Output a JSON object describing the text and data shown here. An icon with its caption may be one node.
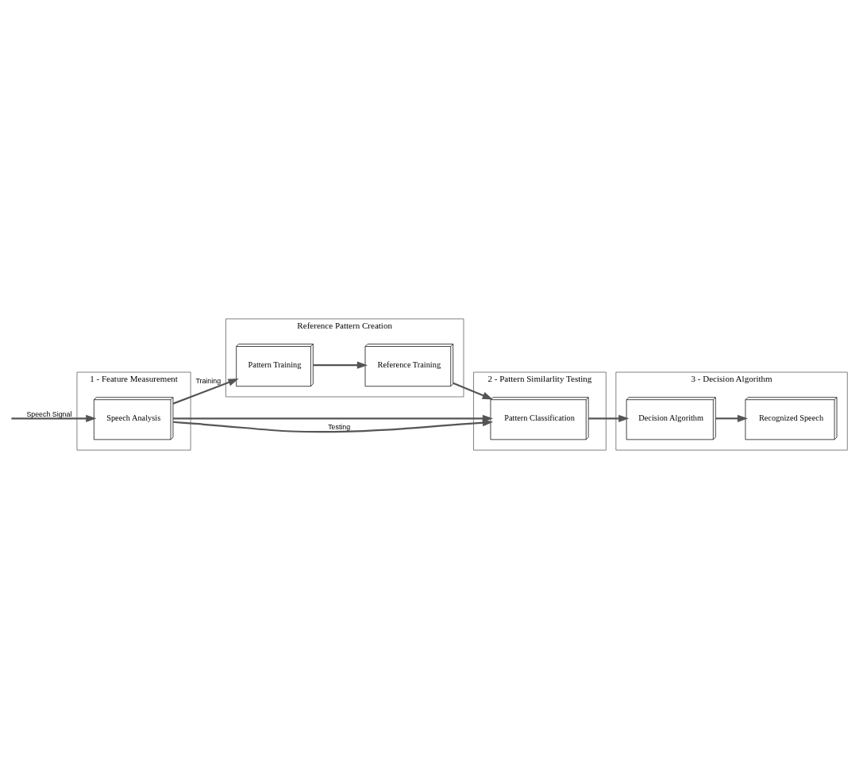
{
  "diagram": {
    "nodes": [
      {
        "text": [
          "1 - Feature Measurement"
        ]
      },
      {
        "text": [
          "Speech Analysis"
        ],
        "in": 0
      },
      {
        "text": [
          "Reference Pattern Creation"
        ]
      },
      {
        "text": [
          "Pattern Training"
        ],
        "in": 2
      },
      {
        "text": [
          "Reference Training"
        ],
        "in": 2
      },
      {
        "text": [
          "2 - Pattern Similarlity Testing"
        ]
      },
      {
        "text": [
          "Pattern Classification"
        ],
        "in": 5
      },
      {
        "text": [
          "3 - Decision Algorithm"
        ]
      },
      {
        "text": [
          "Decision Algorithm"
        ],
        "in": 7
      },
      {
        "text": [
          "Recognized Speech"
        ],
        "in": 7
      }
    ],
    "edges": [
      {
        "from": null,
        "to": 1,
        "arrow": "to",
        "label": "Speech Signal"
      },
      {
        "from": 1,
        "to": 3,
        "arrow": "to",
        "label": "Training"
      },
      {
        "from": 3,
        "to": 4,
        "arrow": "to"
      },
      {
        "from": 4,
        "to": 6,
        "arrow": "to"
      },
      {
        "from": 1,
        "to": 6,
        "arrow": "to"
      },
      {
        "from": 1,
        "to": 6,
        "arrow": "to",
        "label": "Testing"
      },
      {
        "from": 6,
        "to": 8,
        "arrow": "to"
      },
      {
        "from": 8,
        "to": 9,
        "arrow": "to"
      }
    ]
  }
}
